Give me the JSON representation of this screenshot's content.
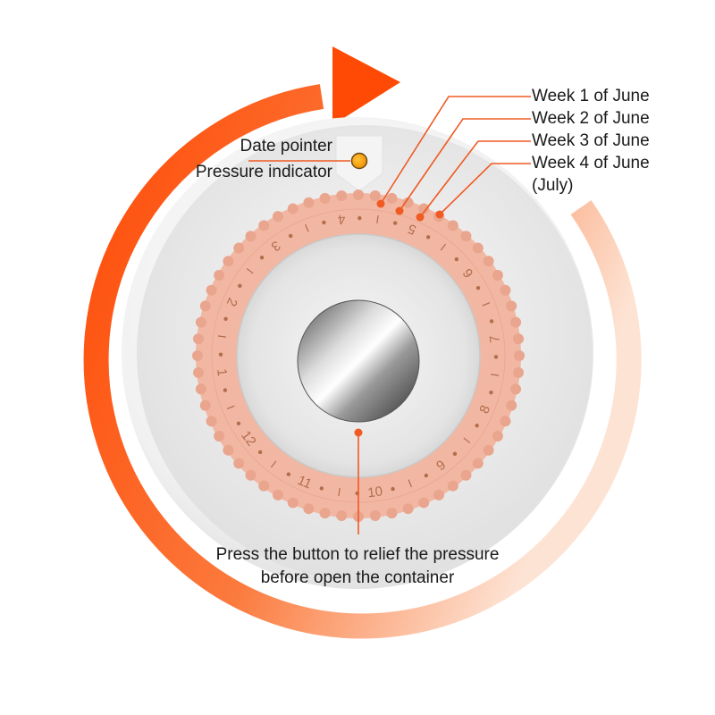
{
  "colors": {
    "arrow_start": "#ff4a06",
    "arrow_end": "#f9c2a4",
    "leader": "#f05a23",
    "dial": "#f2b7a2",
    "dial_text": "#b26d4e",
    "pointer_dot": "#f5a30a"
  },
  "left_labels": {
    "date_pointer": "Date pointer",
    "pressure_indicator": "Pressure indicator"
  },
  "week_labels": [
    "Week 1 of June",
    "Week 2 of June",
    "Week 3 of June",
    "Week 4 of June",
    "(July)"
  ],
  "dial_numbers": [
    "1",
    "2",
    "3",
    "4",
    "5",
    "6",
    "7",
    "8",
    "9",
    "10",
    "11",
    "12"
  ],
  "dial_tick_mark": "I",
  "bottom_label": {
    "line1": "Press the button to relief the pressure",
    "line2": "before open the container"
  },
  "icons": [
    "circular-arrow-icon",
    "pressure-indicator-icon",
    "release-button-icon"
  ]
}
